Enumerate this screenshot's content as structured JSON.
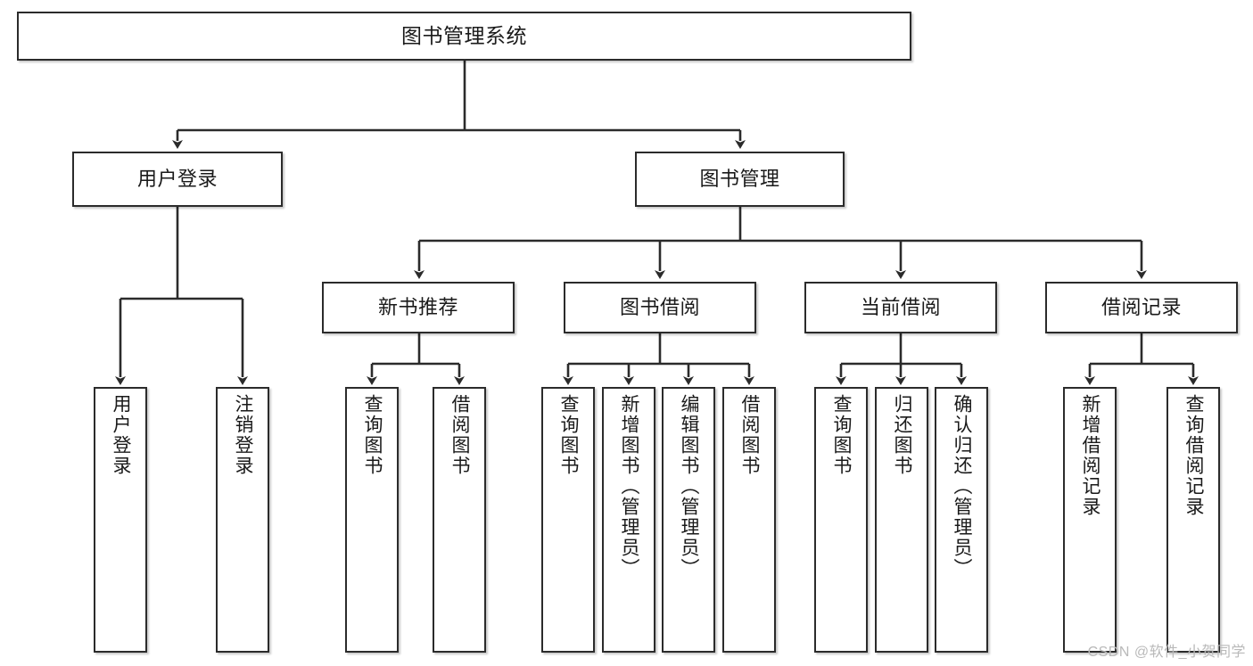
{
  "diagram": {
    "title": "图书管理系统",
    "watermark": "CSDN @软件_小贺同学",
    "colors": {
      "background": "#ffffff",
      "node_border": "#2b2b2b",
      "node_fill": "#ffffff",
      "edge": "#2b2b2b",
      "text": "#1a1a1a",
      "watermark": "#b9b9b9"
    },
    "root": {
      "label": "图书管理系统"
    },
    "level2": [
      {
        "label": "用户登录"
      },
      {
        "label": "图书管理"
      }
    ],
    "level3": [
      {
        "label": "新书推荐"
      },
      {
        "label": "图书借阅"
      },
      {
        "label": "当前借阅"
      },
      {
        "label": "借阅记录"
      }
    ],
    "leaves": {
      "user_login": [
        {
          "label": "用户登录"
        },
        {
          "label": "注销登录"
        }
      ],
      "new_book": [
        {
          "label": "查询图书"
        },
        {
          "label": "借阅图书"
        }
      ],
      "book_borrow": [
        {
          "label": "查询图书"
        },
        {
          "label": "新增图书（管理员）"
        },
        {
          "label": "编辑图书（管理员）"
        },
        {
          "label": "借阅图书"
        }
      ],
      "current_borrow": [
        {
          "label": "查询图书"
        },
        {
          "label": "归还图书"
        },
        {
          "label": "确认归还（管理员）"
        }
      ],
      "borrow_record": [
        {
          "label": "新增借阅记录"
        },
        {
          "label": "查询借阅记录"
        }
      ]
    }
  }
}
